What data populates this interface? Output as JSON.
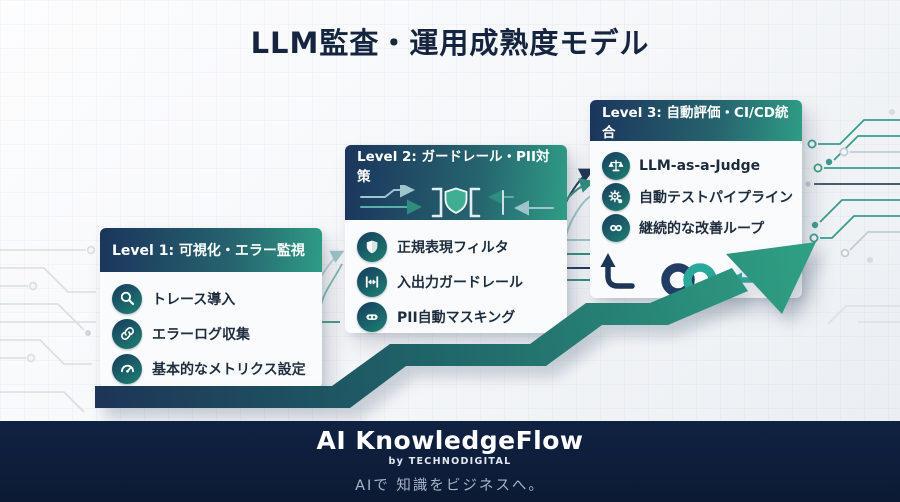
{
  "title": "LLM監査・運用成熟度モデル",
  "levels": [
    {
      "label": "Level 1: 可視化・エラー監視",
      "items": [
        {
          "icon": "search-icon",
          "label": "トレース導入"
        },
        {
          "icon": "link-icon",
          "label": "エラーログ収集"
        },
        {
          "icon": "gauge-icon",
          "label": "基本的なメトリクス設定"
        }
      ]
    },
    {
      "label": "Level 2: ガードレール・PII対策",
      "items": [
        {
          "icon": "shield-icon",
          "label": "正規表現フィルタ"
        },
        {
          "icon": "io-guardrail-icon",
          "label": "入出力ガードレール"
        },
        {
          "icon": "mask-icon",
          "label": "PII自動マスキング"
        }
      ]
    },
    {
      "label": "Level 3: 自動評価・CI/CD統合",
      "items": [
        {
          "icon": "scale-icon",
          "label": "LLM-as-a-Judge"
        },
        {
          "icon": "gear-icon",
          "label": "自動テストパイプライン"
        },
        {
          "icon": "infinity-icon",
          "label": "継続的な改善ループ"
        }
      ]
    }
  ],
  "footer": {
    "brand": "AI KnowledgeFlow",
    "byline": "by TECHNODIGITAL",
    "tagline": "AIで 知識をビジネスへ。"
  },
  "colors": {
    "title_text": "#15253f",
    "header_gradient_start": "#1b355c",
    "header_gradient_end": "#2f9c86",
    "icon_circle": "#1d7a70",
    "arrow_navy": "#1d3557",
    "arrow_green": "#2fa183",
    "circuit_teal": "#3a9c8c",
    "circuit_gray": "#c9d2d9",
    "footer_bg": "#0c1a33"
  }
}
